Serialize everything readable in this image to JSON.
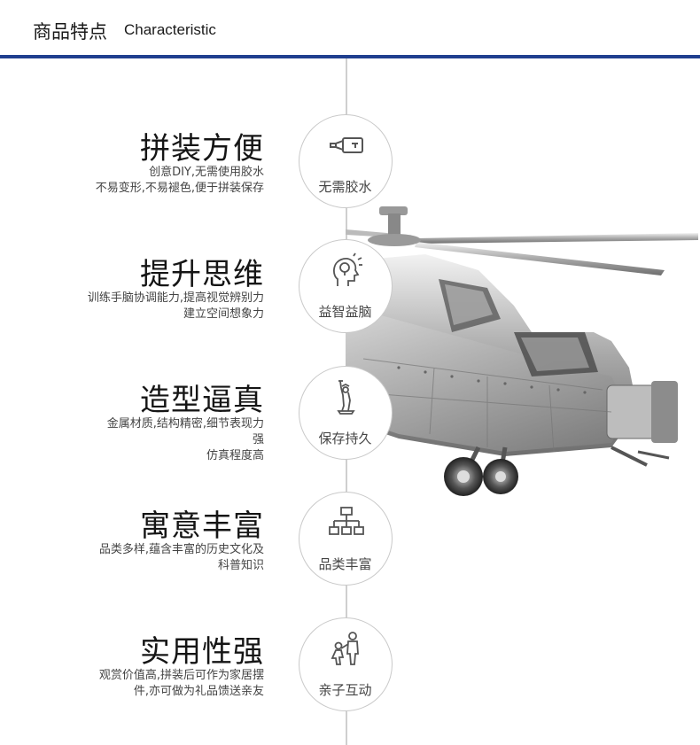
{
  "header": {
    "title_cn": "商品特点",
    "title_en": "Characteristic"
  },
  "colors": {
    "accent": "#1f3f8f",
    "line": "#cfcfcf"
  },
  "features": [
    {
      "title": "拼装方便",
      "desc": [
        "创意DIY,无需使用胶水",
        "不易变形,不易褪色,便于拼装保存"
      ],
      "icon": "glue-tube-icon",
      "label": "无需胶水"
    },
    {
      "title": "提升思维",
      "desc": [
        "训练手脑协调能力,提高视觉辨别力",
        "建立空间想象力"
      ],
      "icon": "head-lightbulb-icon",
      "label": "益智益脑"
    },
    {
      "title": "造型逼真",
      "desc": [
        "金属材质,结构精密,细节表现力",
        "强",
        "仿真程度高"
      ],
      "icon": "statue-of-liberty-icon",
      "label": "保存持久"
    },
    {
      "title": "寓意丰富",
      "desc": [
        "品类多样,蕴含丰富的历史文化及",
        "科普知识"
      ],
      "icon": "hierarchy-icon",
      "label": "品类丰富"
    },
    {
      "title": "实用性强",
      "desc": [
        "观赏价值高,拼装后可作为家居摆",
        "件,亦可做为礼品馈送亲友"
      ],
      "icon": "parent-child-icon",
      "label": "亲子互动"
    }
  ]
}
